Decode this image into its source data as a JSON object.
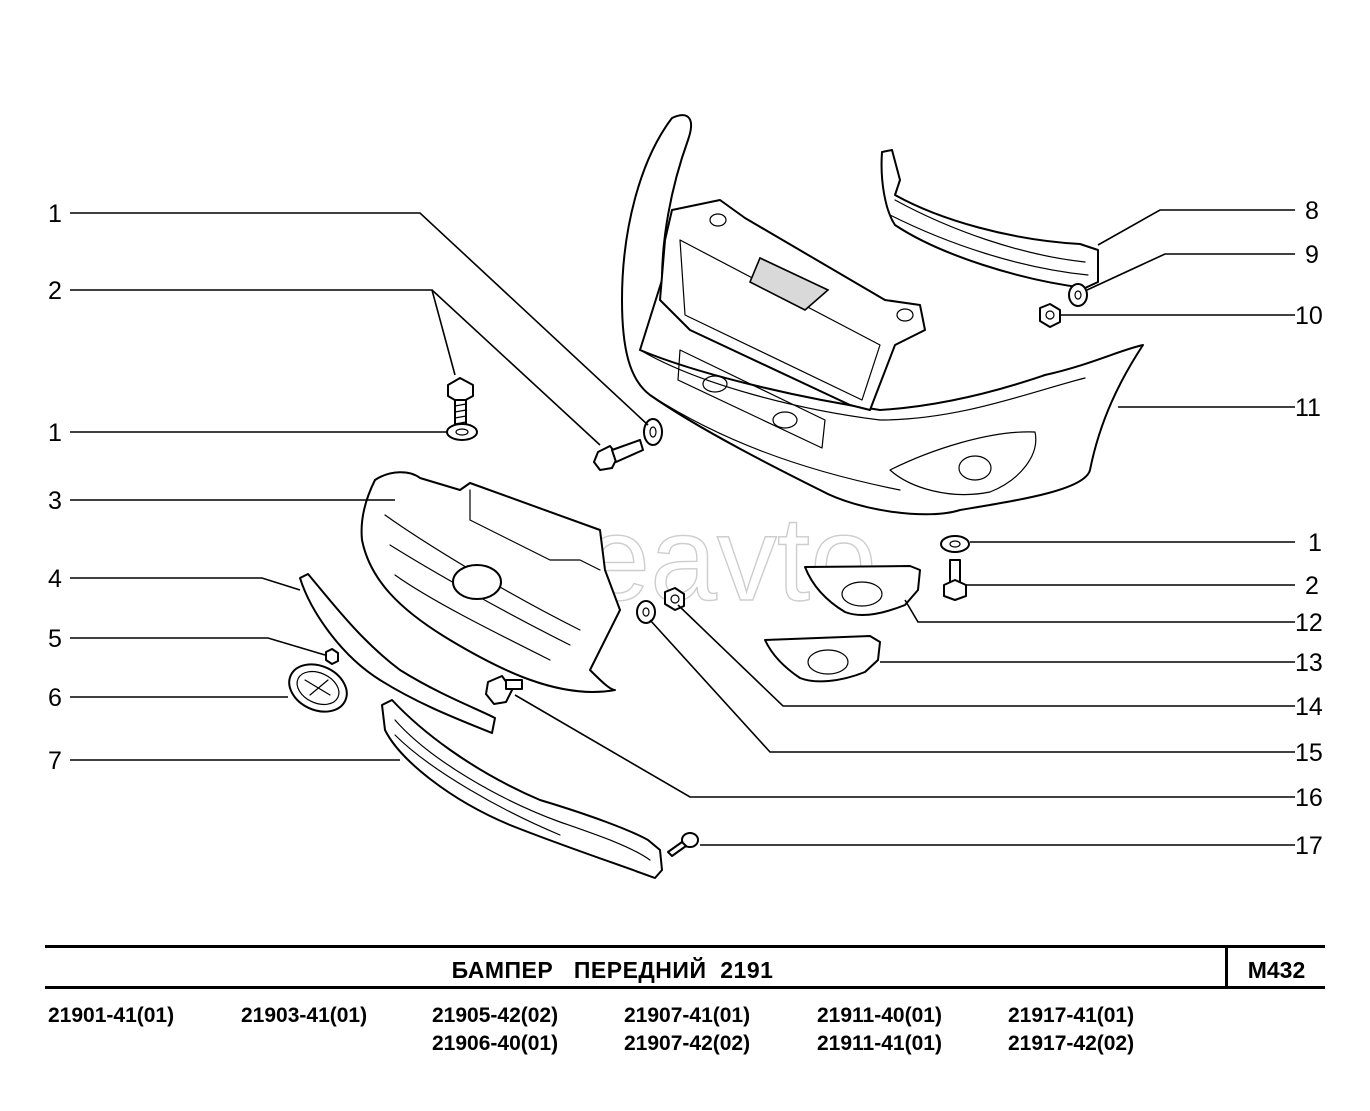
{
  "diagram": {
    "watermark": "driveavto",
    "callouts": [
      "1",
      "2",
      "1",
      "3",
      "4",
      "5",
      "6",
      "7",
      "8",
      "9",
      "10",
      "11",
      "1",
      "2",
      "12",
      "13",
      "14",
      "15",
      "16",
      "17"
    ]
  },
  "title_block": {
    "title": "БАМПЕР   ПЕРЕДНИЙ  2191",
    "code": "М432"
  },
  "models": [
    [
      "21901-41(01)"
    ],
    [
      "21903-41(01)"
    ],
    [
      "21905-42(02)",
      "21906-40(01)"
    ],
    [
      "21907-41(01)",
      "21907-42(02)"
    ],
    [
      "21911-40(01)",
      "21911-41(01)"
    ],
    [
      "21917-41(01)",
      "21917-42(02)"
    ]
  ]
}
